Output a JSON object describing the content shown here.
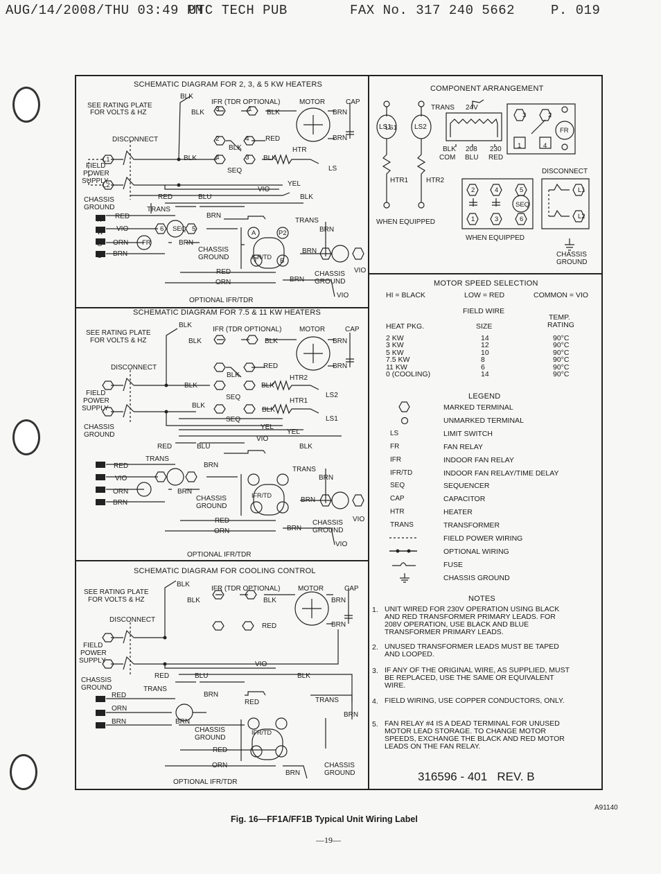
{
  "fax_header": {
    "date": "AUG/14/2008/THU 03:49 PM",
    "sender": "UTC TECH PUB",
    "fax": "FAX No. 317 240 5662",
    "page": "P. 019"
  },
  "panels": {
    "heater_2_3_5": {
      "title": "SCHEMATIC DIAGRAM FOR 2, 3, & 5 KW HEATERS",
      "rating_note": [
        "SEE RATING PLATE",
        "FOR VOLTS & HZ"
      ],
      "disconnect": "DISCONNECT",
      "field_power": [
        "FIELD",
        "POWER",
        "SUPPLY"
      ],
      "chassis_ground": [
        "CHASSIS",
        "GROUND"
      ],
      "ifr_optional": "IFR (TDR OPTIONAL)",
      "motor": "MOTOR",
      "cap": "CAP",
      "htr": "HTR",
      "seq": "SEQ",
      "ls": "LS",
      "trans": "TRANS",
      "optional_ifr_tdr": "OPTIONAL IFR/TDR",
      "ifr_td": "IFR/TD",
      "fr": "FR",
      "wires": {
        "blk": "BLK",
        "red": "RED",
        "brn": "BRN",
        "vio": "VIO",
        "yel": "YEL",
        "blu": "BLU",
        "orn": "ORN"
      },
      "terminals": {
        "l1": "L1",
        "l2": "L2",
        "t1": "1",
        "t2": "2",
        "t3": "3",
        "t4": "4",
        "t5": "5",
        "t6": "6",
        "r": "R",
        "w": "W",
        "g": "G",
        "c": "C",
        "a": "A",
        "p2": "P2",
        "t": "T",
        "b": "B"
      }
    },
    "heater_7_5_11": {
      "title": "SCHEMATIC DIAGRAM FOR 7.5 & 11 KW HEATERS",
      "htr1": "HTR1",
      "htr2": "HTR2",
      "ls1": "LS1",
      "ls2": "LS2",
      "optional_ifr_tdr": "OPTIONAL IFR/TDR"
    },
    "cooling": {
      "title": "SCHEMATIC DIAGRAM FOR COOLING CONTROL",
      "optional_ifr_tdr": "OPTIONAL IFR/TDR"
    },
    "component": {
      "title": "COMPONENT ARRANGEMENT",
      "trans": "TRANS",
      "volt": "24V",
      "ls1": "LS1",
      "ls2": "LS2",
      "htr1": "HTR1",
      "htr2": "HTR2",
      "when_equipped": "WHEN EQUIPPED",
      "tap_labels": [
        "BLK",
        "208",
        "230"
      ],
      "tap_colors": [
        "COM",
        "BLU",
        "RED"
      ],
      "disconnect": "DISCONNECT",
      "chassis_ground": [
        "CHASSIS",
        "GROUND"
      ]
    },
    "motor_speed": {
      "title": "MOTOR SPEED SELECTION",
      "hi": "HI = BLACK",
      "low": "LOW = RED",
      "common": "COMMON = VIO",
      "field_wire": "FIELD WIRE",
      "col_heat": "HEAT PKG.",
      "col_size": "SIZE",
      "col_temp": [
        "TEMP.",
        "RATING"
      ],
      "rows": [
        {
          "pkg": "2 KW",
          "size": "14",
          "temp": "90°C"
        },
        {
          "pkg": "3 KW",
          "size": "12",
          "temp": "90°C"
        },
        {
          "pkg": "5 KW",
          "size": "10",
          "temp": "90°C"
        },
        {
          "pkg": "7.5 KW",
          "size": "8",
          "temp": "90°C"
        },
        {
          "pkg": "11 KW",
          "size": "6",
          "temp": "90°C"
        },
        {
          "pkg": "0 (COOLING)",
          "size": "14",
          "temp": "90°C"
        }
      ]
    },
    "legend": {
      "title": "LEGEND",
      "items": [
        {
          "sym": "hex",
          "text": "MARKED TERMINAL"
        },
        {
          "sym": "circle",
          "text": "UNMARKED TERMINAL"
        },
        {
          "sym": "LS",
          "text": "LIMIT SWITCH"
        },
        {
          "sym": "FR",
          "text": "FAN RELAY"
        },
        {
          "sym": "IFR",
          "text": "INDOOR FAN RELAY"
        },
        {
          "sym": "IFR/TD",
          "text": "INDOOR FAN RELAY/TIME DELAY"
        },
        {
          "sym": "SEQ",
          "text": "SEQUENCER"
        },
        {
          "sym": "CAP",
          "text": "CAPACITOR"
        },
        {
          "sym": "HTR",
          "text": "HEATER"
        },
        {
          "sym": "TRANS",
          "text": "TRANSFORMER"
        },
        {
          "sym": "dash",
          "text": "FIELD POWER WIRING"
        },
        {
          "sym": "dotline",
          "text": "OPTIONAL WIRING"
        },
        {
          "sym": "fuse",
          "text": "FUSE"
        },
        {
          "sym": "ground",
          "text": "CHASSIS GROUND"
        }
      ]
    },
    "notes": {
      "title": "NOTES",
      "items": [
        {
          "num": "1.",
          "text": "UNIT WIRED FOR 230V OPERATION USING BLACK AND RED TRANSFORMER PRIMARY LEADS. FOR 208V OPERATION, USE BLACK AND BLUE TRANSFORMER PRIMARY LEADS."
        },
        {
          "num": "2.",
          "text": "UNUSED TRANSFORMER LEADS MUST BE TAPED AND LOOPED."
        },
        {
          "num": "3.",
          "text": "IF ANY OF THE ORIGINAL WIRE, AS SUPPLIED, MUST BE REPLACED, USE THE SAME OR EQUIVALENT WIRE."
        },
        {
          "num": "4.",
          "text": "FIELD WIRING, USE COPPER CONDUCTORS, ONLY."
        },
        {
          "num": "5.",
          "text": "FAN RELAY #4 IS A DEAD TERMINAL FOR UNUSED MOTOR LEAD STORAGE. TO CHANGE MOTOR SPEEDS, EXCHANGE THE BLACK AND RED MOTOR LEADS ON THE FAN RELAY."
        }
      ]
    },
    "part_number": "316596 - 401   REV. B"
  },
  "figure": {
    "code": "A91140",
    "caption": "Fig. 16—FF1A/FF1B Typical Unit Wiring Label",
    "page_number": "—19—"
  }
}
